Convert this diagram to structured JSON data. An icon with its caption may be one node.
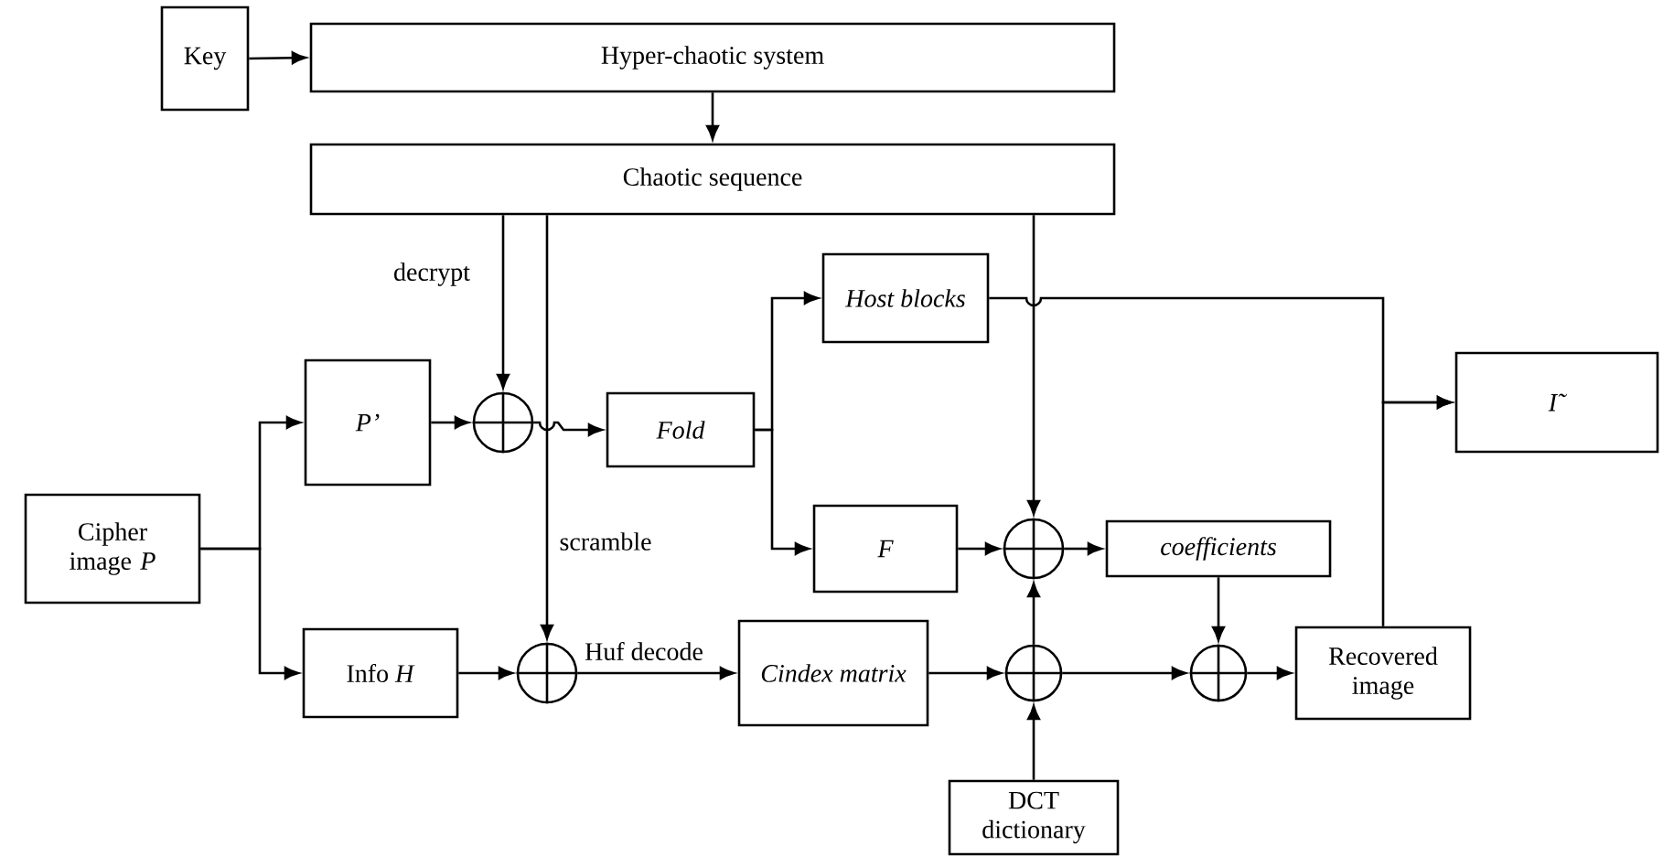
{
  "diagram": {
    "nodes": [
      {
        "text": [
          "Key"
        ]
      },
      {
        "text": [
          "Hyper-chaotic system"
        ]
      },
      {
        "text": [
          "Chaotic sequence"
        ]
      },
      {
        "text": [
          "Cipher image *P*"
        ]
      },
      {
        "text": [
          "P’"
        ]
      },
      {
        "text": [],
        "shape": "circle"
      },
      {
        "text": [
          "Fold"
        ]
      },
      {
        "text": [
          "Host blocks"
        ]
      },
      {
        "text": [
          "F"
        ]
      },
      {
        "text": [],
        "shape": "circle"
      },
      {
        "text": [
          "coefficients"
        ]
      },
      {
        "text": [
          "Info *H*"
        ]
      },
      {
        "text": [],
        "shape": "circle"
      },
      {
        "text": [
          "Cindex matrix"
        ]
      },
      {
        "text": [],
        "shape": "circle"
      },
      {
        "text": [],
        "shape": "circle"
      },
      {
        "text": [
          "Recovered image"
        ]
      },
      {
        "text": [
          "DCT dictionary"
        ]
      },
      {
        "text": [
          "I˜"
        ]
      }
    ],
    "edges": [
      {
        "from": 0,
        "to": 1,
        "arrow": "to"
      },
      {
        "from": 1,
        "to": 2,
        "arrow": "to"
      },
      {
        "from": 2,
        "to": 5,
        "arrow": "to",
        "label": "decrypt"
      },
      {
        "from": 2,
        "to": 12,
        "arrow": "to",
        "label": "scramble"
      },
      {
        "from": 2,
        "to": 9,
        "arrow": "to"
      },
      {
        "from": 3,
        "to": 4,
        "arrow": "to"
      },
      {
        "from": 3,
        "to": 11,
        "arrow": "to"
      },
      {
        "from": 4,
        "to": 5,
        "arrow": "to"
      },
      {
        "from": 5,
        "to": 6,
        "arrow": "to"
      },
      {
        "from": 6,
        "to": 7,
        "arrow": "to"
      },
      {
        "from": 6,
        "to": 8,
        "arrow": "to"
      },
      {
        "from": 11,
        "to": 12,
        "arrow": "to"
      },
      {
        "from": 12,
        "to": 13,
        "arrow": "to",
        "label": "Huf decode"
      },
      {
        "from": 13,
        "to": 14,
        "arrow": "to"
      },
      {
        "from": 17,
        "to": 14,
        "arrow": "to"
      },
      {
        "from": 14,
        "to": 9,
        "arrow": "to"
      },
      {
        "from": 8,
        "to": 9,
        "arrow": "to"
      },
      {
        "from": 9,
        "to": 10,
        "arrow": "to"
      },
      {
        "from": 10,
        "to": 15,
        "arrow": "to"
      },
      {
        "from": 14,
        "to": 15,
        "arrow": "to"
      },
      {
        "from": 15,
        "to": 16,
        "arrow": "to"
      },
      {
        "from": 7,
        "to": 18,
        "arrow": "to"
      },
      {
        "from": 16,
        "to": 18,
        "arrow": "to"
      }
    ]
  }
}
